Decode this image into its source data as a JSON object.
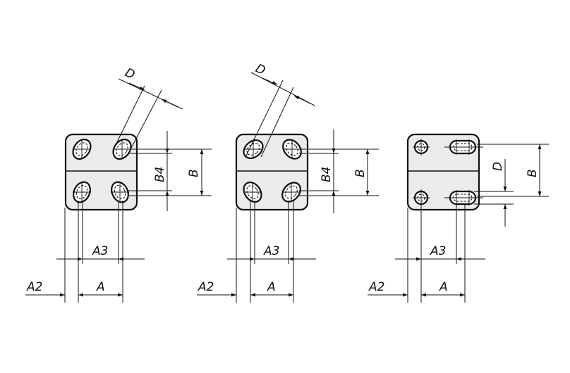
{
  "diagrams": [
    {
      "labels": {
        "d": "D",
        "b4": "B4",
        "b": "B",
        "a3": "A3",
        "a2": "A2",
        "a": "A"
      }
    },
    {
      "labels": {
        "d": "D",
        "b4": "B4",
        "b": "B",
        "a3": "A3",
        "a2": "A2",
        "a": "A"
      }
    },
    {
      "labels": {
        "d": "D",
        "b": "B",
        "a3": "A3",
        "a2": "A2",
        "a": "A"
      }
    }
  ],
  "colors": {
    "line": "#111111",
    "body_fill": "#ebebeb",
    "background": "#ffffff"
  }
}
